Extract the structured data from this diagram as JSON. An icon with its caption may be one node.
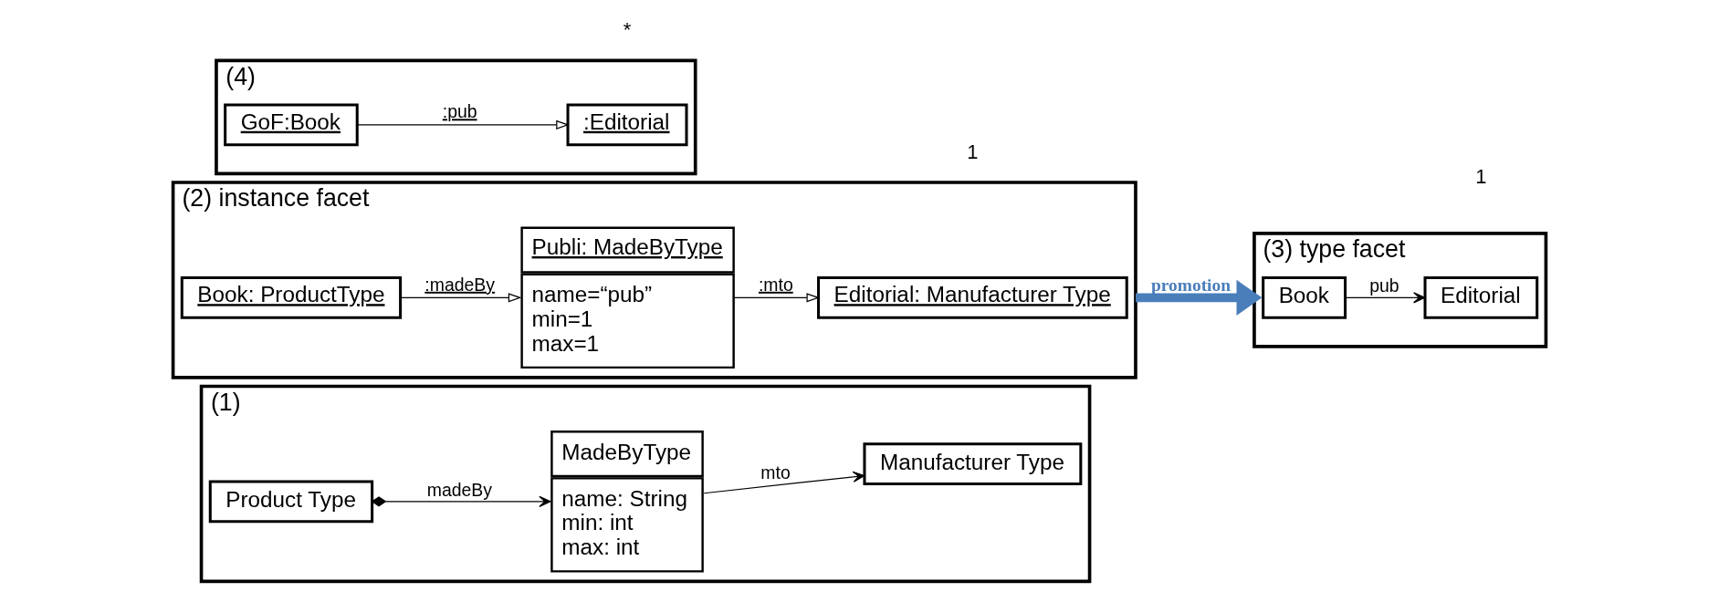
{
  "diagram": {
    "nodes": [
      {
        "text": [
          "(1)"
        ]
      },
      {
        "text": [
          "Product Type"
        ],
        "in": 0
      },
      {
        "text": [
          "MadeByType",
          "name: String",
          "min: int",
          "max: int"
        ],
        "in": 0
      },
      {
        "text": [
          "Manufacturer Type"
        ],
        "in": 0
      },
      {
        "text": [
          "(2) instance facet"
        ]
      },
      {
        "text": [
          "Book: ProductType"
        ],
        "in": 4
      },
      {
        "text": [
          "Publi: MadeByType",
          "name=“pub”",
          "min=1",
          "max=1"
        ],
        "in": 4
      },
      {
        "text": [
          "Editorial: Manufacturer Type"
        ],
        "in": 4
      },
      {
        "text": [
          "(3) type facet"
        ]
      },
      {
        "text": [
          "Book"
        ],
        "in": 8
      },
      {
        "text": [
          "Editorial"
        ],
        "in": 8
      },
      {
        "text": [
          "(4)"
        ]
      },
      {
        "text": [
          "GoF:Book"
        ],
        "in": 11
      },
      {
        "text": [
          ":Editorial"
        ],
        "in": 11
      }
    ],
    "edges": [
      {
        "from": 1,
        "to": 2,
        "arrow": "to",
        "label": "madeBy"
      },
      {
        "from": 2,
        "to": 3,
        "arrow": "to",
        "label": "mto"
      },
      {
        "from": 5,
        "to": 6,
        "arrow": "to",
        "label": ":madeBy"
      },
      {
        "from": 6,
        "to": 7,
        "arrow": "to",
        "label": ":mto"
      },
      {
        "from": 9,
        "to": 10,
        "arrow": "to",
        "label": "pub"
      },
      {
        "from": 12,
        "to": 13,
        "arrow": "to",
        "label": ":pub"
      },
      {
        "from": 4,
        "to": 8,
        "arrow": "to",
        "label": "promotion",
        "style": "thick",
        "color": "#4a7ebb"
      }
    ],
    "labels": [
      "*",
      "1",
      "1"
    ]
  }
}
